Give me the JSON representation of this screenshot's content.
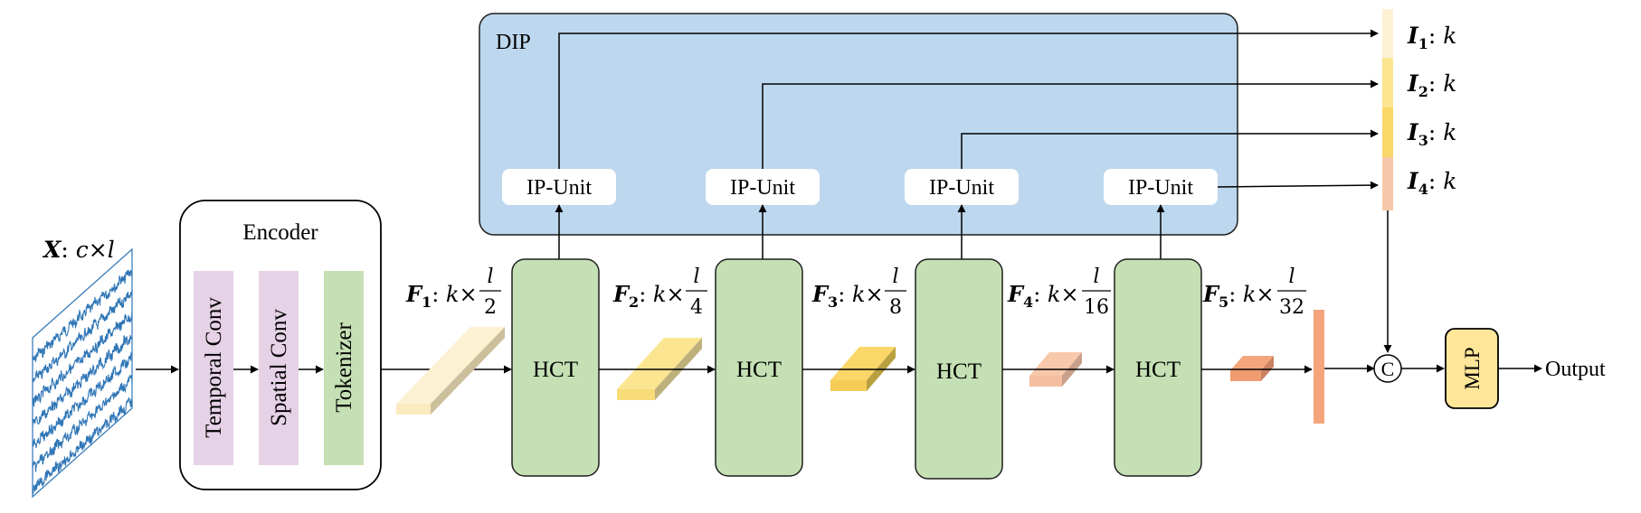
{
  "input": {
    "symbol": "X",
    "shape": "c×l"
  },
  "encoder": {
    "title": "Encoder",
    "blocks": [
      "Temporal Conv",
      "Spatial Conv",
      "Tokenizer"
    ]
  },
  "features": [
    {
      "symbol": "F",
      "sub": "1",
      "prefix": "k×",
      "num": "l",
      "den": "2"
    },
    {
      "symbol": "F",
      "sub": "2",
      "prefix": "k×",
      "num": "l",
      "den": "4"
    },
    {
      "symbol": "F",
      "sub": "3",
      "prefix": "k×",
      "num": "l",
      "den": "8"
    },
    {
      "symbol": "F",
      "sub": "4",
      "prefix": "k×",
      "num": "l",
      "den": "16"
    },
    {
      "symbol": "F",
      "sub": "5",
      "prefix": "k×",
      "num": "l",
      "den": "32"
    }
  ],
  "hct_label": "HCT",
  "dip": {
    "title": "DIP",
    "unit_label": "IP-Unit"
  },
  "outputs": [
    {
      "symbol": "I",
      "sub": "1",
      "dim": "k"
    },
    {
      "symbol": "I",
      "sub": "2",
      "dim": "k"
    },
    {
      "symbol": "I",
      "sub": "3",
      "dim": "k"
    },
    {
      "symbol": "I",
      "sub": "4",
      "dim": "k"
    }
  ],
  "concat_label": "C",
  "mlp_label": "MLP",
  "output_label": "Output",
  "colors": {
    "dip_fill": "#bdd7ee",
    "hct_fill": "#c5e0b4",
    "temporal_fill": "#e6d2e6",
    "spatial_fill": "#e6d2e6",
    "tokenizer_fill": "#c5e0b4",
    "mlp_fill": "#ffe699",
    "signal": "#2e75b6",
    "feature_1": "#fdf1d4",
    "feature_2": "#fce591",
    "feature_3": "#fbd668",
    "feature_4": "#f8c8aa",
    "feature_5": "#f4a57c",
    "out_1": "#fdf1d4",
    "out_2": "#fce591",
    "out_3": "#fbd668",
    "out_4": "#f8c8aa"
  }
}
